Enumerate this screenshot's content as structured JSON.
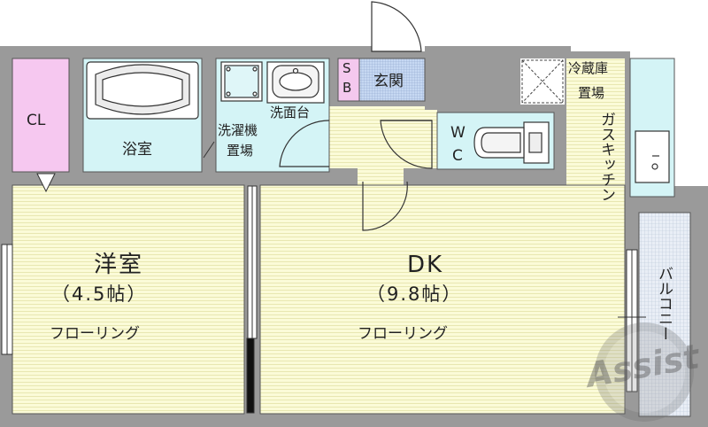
{
  "rooms": {
    "closet": "CL",
    "bathroom": "浴室",
    "washbasin": "洗面台",
    "washer": "洗濯機",
    "washer_space": "置場",
    "shoebox_s": "S",
    "shoebox_b": "B",
    "entrance": "玄関",
    "fridge": "冷蔵庫",
    "fridge_space": "置場",
    "wc_w": "W",
    "wc_c": "C",
    "gas_kitchen": "ガスキッチン",
    "western_room": "洋室",
    "western_size": "（4.5帖）",
    "western_floor": "フローリング",
    "dk": "DK",
    "dk_size": "（9.8帖）",
    "dk_floor": "フローリング",
    "balcony": "バルコニー"
  },
  "watermark": "Assist",
  "colors": {
    "wall": "#9a9a9a",
    "floor": "#fbfbd8",
    "wet_area": "#d4f4f6",
    "closet": "#f6c8f0",
    "entrance": "#dfe8f8",
    "shoebox": "#f4c8ee",
    "balcony": "#e8eef4"
  }
}
